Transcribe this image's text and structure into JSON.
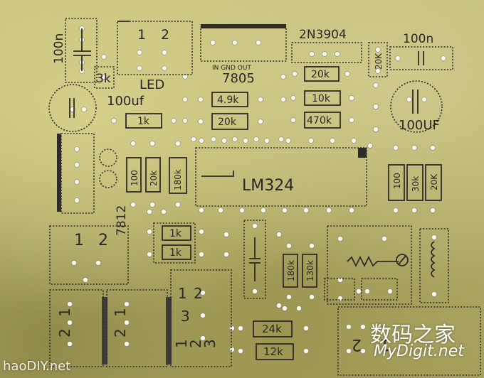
{
  "board": {
    "labels": {
      "cap_100n_left": "100n",
      "res_3k": "3k",
      "led_pins": [
        "1",
        "2"
      ],
      "led": "LED",
      "reg_pins": "IN  GND  OUT",
      "reg_7805": "7805",
      "transistor": "2N3904",
      "cap_100n_right": "100n",
      "res_20k_vert": "20K",
      "res_20k_top": "20k",
      "res_4_9k": "4.9k",
      "res_20k_mid": "20k",
      "res_10k": "10k",
      "res_470k": "470k",
      "cap_100uf_left": "100uf",
      "res_1k_top": "1k",
      "cap_100uf_right": "100UF",
      "res_100_left": "100",
      "res_20k_left": "20k",
      "res_180k_left": "180k",
      "ic": "LM324",
      "res_100_right": "100",
      "res_30k_right": "30k",
      "res_20k_right": "20K",
      "reg_7812": "7812",
      "conn_left_pins": [
        "1",
        "2"
      ],
      "res_1k_a": "1k",
      "res_1k_b": "1k",
      "res_180k_bot": "180k",
      "res_130k_bot": "130k",
      "res_24k": "24k",
      "res_12k": "12k",
      "conn_bot_pins": [
        "1",
        "2",
        "1",
        "2",
        "1",
        "2",
        "3",
        "1",
        "2",
        "3"
      ],
      "conn_br_pins": [
        "2",
        "1"
      ]
    },
    "watermark_cn": "数码之家",
    "watermark_url": "MyDigit.net",
    "watermark_left": "haoDIY.net"
  }
}
